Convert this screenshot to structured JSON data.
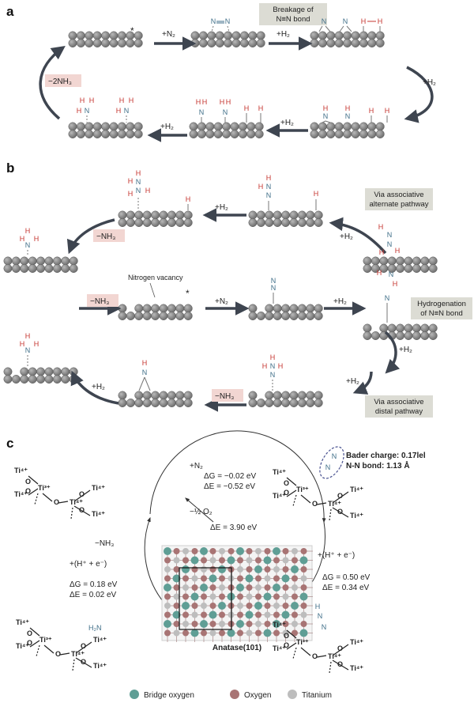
{
  "panels": {
    "a": {
      "label": "a",
      "steps": [
        "+N₂",
        "+H₂",
        "+H₂",
        "+H₂",
        "+H₂"
      ],
      "remove": "−2NH₃",
      "note": [
        "Breakage of",
        "N≡N bond"
      ],
      "star": "*"
    },
    "b": {
      "label": "b",
      "steps_top": [
        "+H₂",
        "+H₂"
      ],
      "steps_mid": [
        "+N₂",
        "+H₂"
      ],
      "steps_bot": [
        "+H₂",
        "+H₂",
        "+H₂"
      ],
      "remove": "−NH₃",
      "remove_top": "−NH₃",
      "remove_bot": "−NH₃",
      "vacancy_label": "Nitrogen vacancy",
      "notes": {
        "alternate": [
          "Via associative",
          "alternate pathway"
        ],
        "hydrogenation": [
          "Hydrogenation",
          "of N≡N bond"
        ],
        "distal": [
          "Via associative",
          "distal pathway"
        ]
      },
      "star": "*"
    },
    "c": {
      "label": "c",
      "bader": [
        "Bader charge: 0.17lel",
        "N-N bond: 1.13 Å"
      ],
      "step_n2": {
        "label": "+N₂",
        "dG": "ΔG = −0.02 eV",
        "dE": "ΔE = −0.52 eV"
      },
      "step_o2": {
        "label": "−½ O₂",
        "dE": "ΔE = 3.90 eV"
      },
      "step_right": {
        "label": "+(H⁺ + e⁻)",
        "dG": "ΔG = 0.50 eV",
        "dE": "ΔE = 0.34 eV"
      },
      "step_left": {
        "label": "+(H⁺ + e⁻)",
        "dG": "ΔG = 0.18 eV",
        "dE": "ΔE = 0.02 eV"
      },
      "remove": "−NH₃",
      "surface": "Anatase(101)",
      "ti4": "Ti⁴⁺",
      "ti3": "Ti³⁺",
      "o": "O",
      "h2n": "H₂N",
      "n": "N",
      "h": "H"
    }
  },
  "legend": {
    "items": [
      {
        "label": "Bridge oxygen",
        "color": "#5f9e95"
      },
      {
        "label": "Oxygen",
        "color": "#a87474"
      },
      {
        "label": "Titanium",
        "color": "#bdbdbd"
      }
    ]
  },
  "colors": {
    "nitrogen": "#3f6e88",
    "hydrogen": "#c5352f",
    "atom": "#8c8c8c",
    "arrow": "#3e4550",
    "label_box": "#dcdcd4",
    "remove_box": "#f2d6d2",
    "bader": "#4a5290"
  }
}
